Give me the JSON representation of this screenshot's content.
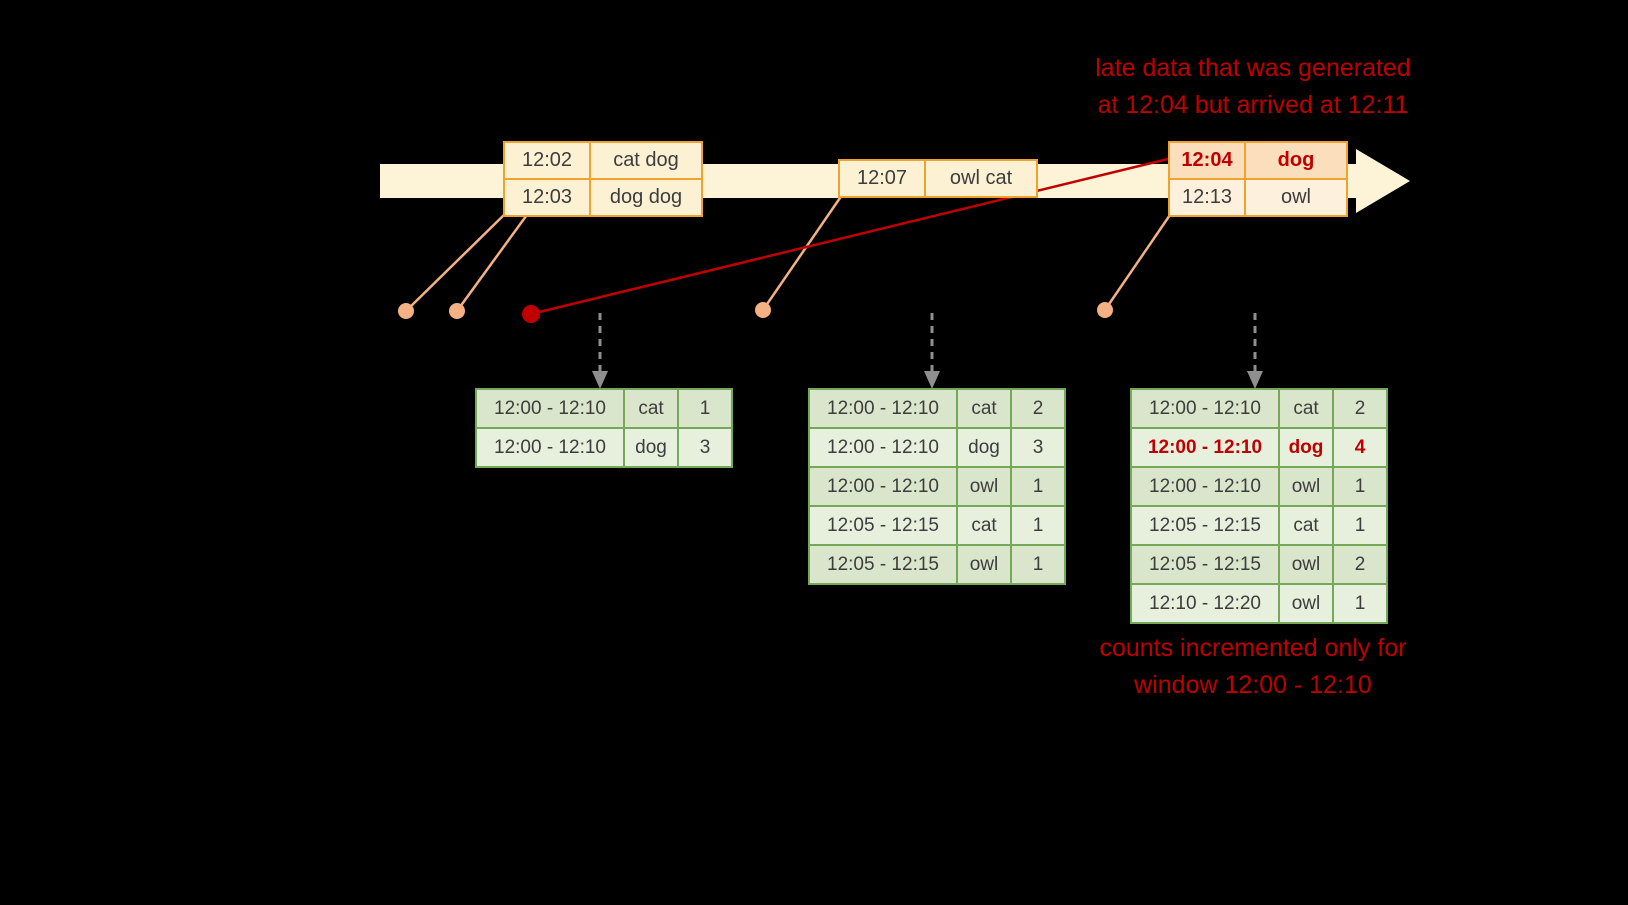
{
  "annotations": {
    "late_line1": "late data that was generated",
    "late_line2": "at 12:04 but arrived  at 12:11",
    "counts_line1": "counts incremented only for",
    "counts_line2": "window 12:00 - 12:10"
  },
  "colors": {
    "background": "#000000",
    "timeline_fill": "#fdf3d6",
    "event_border": "#f0a22e",
    "event_bg": "#fdf1d3",
    "late_row_bg": "#fbdfbd",
    "connector": "#f4b183",
    "late_red": "#c00000",
    "result_border": "#76a85a",
    "result_row_dark": "#d9e6cb",
    "result_row_light": "#e7f0dd",
    "trigger_arrow_gray": "#8f8f8f"
  },
  "event_tables": [
    {
      "rows": [
        {
          "time": "12:02",
          "words": "cat dog"
        },
        {
          "time": "12:03",
          "words": "dog dog"
        }
      ]
    },
    {
      "rows": [
        {
          "time": "12:07",
          "words": "owl cat"
        }
      ]
    },
    {
      "rows": [
        {
          "time": "12:04",
          "words": "dog"
        },
        {
          "time": "12:13",
          "words": "owl"
        }
      ]
    }
  ],
  "result_tables": [
    {
      "rows": [
        {
          "window": "12:00 - 12:10",
          "word": "cat",
          "count": "1"
        },
        {
          "window": "12:00 - 12:10",
          "word": "dog",
          "count": "3"
        }
      ]
    },
    {
      "rows": [
        {
          "window": "12:00 - 12:10",
          "word": "cat",
          "count": "2"
        },
        {
          "window": "12:00 - 12:10",
          "word": "dog",
          "count": "3"
        },
        {
          "window": "12:00 - 12:10",
          "word": "owl",
          "count": "1"
        },
        {
          "window": "12:05 - 12:15",
          "word": "cat",
          "count": "1"
        },
        {
          "window": "12:05 - 12:15",
          "word": "owl",
          "count": "1"
        }
      ]
    },
    {
      "rows": [
        {
          "window": "12:00 - 12:10",
          "word": "cat",
          "count": "2"
        },
        {
          "window": "12:00 - 12:10",
          "word": "dog",
          "count": "4"
        },
        {
          "window": "12:00 - 12:10",
          "word": "owl",
          "count": "1"
        },
        {
          "window": "12:05 - 12:15",
          "word": "cat",
          "count": "1"
        },
        {
          "window": "12:05 - 12:15",
          "word": "owl",
          "count": "2"
        },
        {
          "window": "12:10 - 12:20",
          "word": "owl",
          "count": "1"
        }
      ]
    }
  ]
}
